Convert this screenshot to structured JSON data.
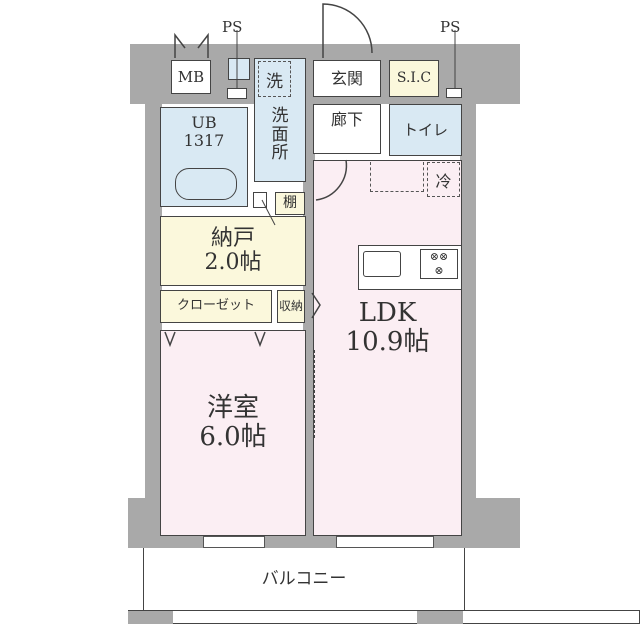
{
  "rooms": {
    "mb": "MB",
    "ps_left": "PS",
    "ps_right": "PS",
    "ps_mid": "PS",
    "washer": "洗",
    "washroom": "洗\n面\n所",
    "ub": "UB\n1317",
    "entrance": "玄関",
    "sic": "S.I.C",
    "hallway": "廊下",
    "toilet": "トイレ",
    "fridge": "冷",
    "shelf": "棚",
    "storage_room": {
      "name": "納戸",
      "size": "2.0帖"
    },
    "closet": "クローゼット",
    "storage": "収納",
    "western_room": {
      "name": "洋室",
      "size": "6.0帖"
    },
    "ldk": {
      "name": "LDK",
      "size": "10.9帖"
    },
    "balcony": "バルコニー"
  },
  "colors": {
    "wall": "#a9a9a9",
    "wet_area": "#d9e9f3",
    "storage": "#fbf8dc",
    "living": "#fbeef3"
  }
}
